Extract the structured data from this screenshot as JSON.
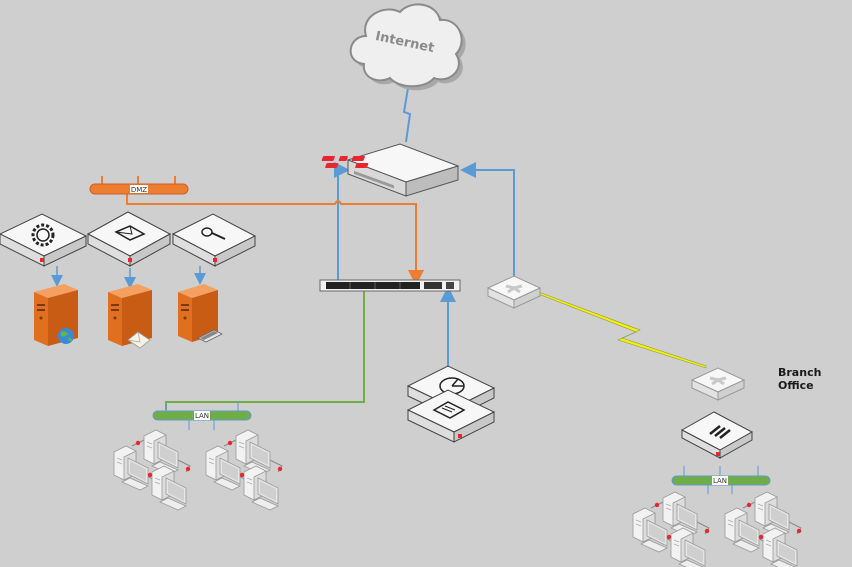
{
  "diagram": {
    "title": "Network Topology",
    "colors": {
      "background": "#cfcfcf",
      "wan_link": "#5b9bd5",
      "dmz_link": "#ed7d31",
      "lan_link": "#70ad47",
      "wireless_link": "#f5f000",
      "server": "#e07020",
      "accent_red": "#e8262d",
      "pc_node": "#e8262d"
    },
    "nodes": [
      {
        "id": "internet",
        "type": "cloud",
        "label": "Internet"
      },
      {
        "id": "firewall",
        "type": "firewall",
        "icon": "fortinet-logo-icon"
      },
      {
        "id": "core-switch",
        "type": "switch"
      },
      {
        "id": "dmz-bus",
        "type": "bus",
        "label": "DMZ"
      },
      {
        "id": "web-filter",
        "type": "appliance",
        "icon": "web-gear-icon"
      },
      {
        "id": "mail-security",
        "type": "appliance",
        "icon": "envelope-icon"
      },
      {
        "id": "auth-server",
        "type": "appliance",
        "icon": "key-icon"
      },
      {
        "id": "web-server",
        "type": "server",
        "badge": "globe-icon"
      },
      {
        "id": "mail-server",
        "type": "server",
        "badge": "envelope-icon"
      },
      {
        "id": "storage-server",
        "type": "server",
        "badge": "disk-icon"
      },
      {
        "id": "analyzer",
        "type": "appliance",
        "icon": "pie-chart-icon"
      },
      {
        "id": "manager",
        "type": "appliance",
        "icon": "clipboard-icon"
      },
      {
        "id": "hq-router",
        "type": "router"
      },
      {
        "id": "branch-router",
        "type": "router"
      },
      {
        "id": "branch-firewall",
        "type": "appliance",
        "icon": "bars-icon"
      },
      {
        "id": "hq-lan",
        "type": "bus",
        "label": "LAN"
      },
      {
        "id": "branch-lan",
        "type": "bus",
        "label": "LAN"
      }
    ],
    "labels": {
      "internet": "Internet",
      "dmz": "DMZ",
      "hq_lan": "LAN",
      "branch_lan": "LAN",
      "branch_office": "Branch Office"
    }
  }
}
